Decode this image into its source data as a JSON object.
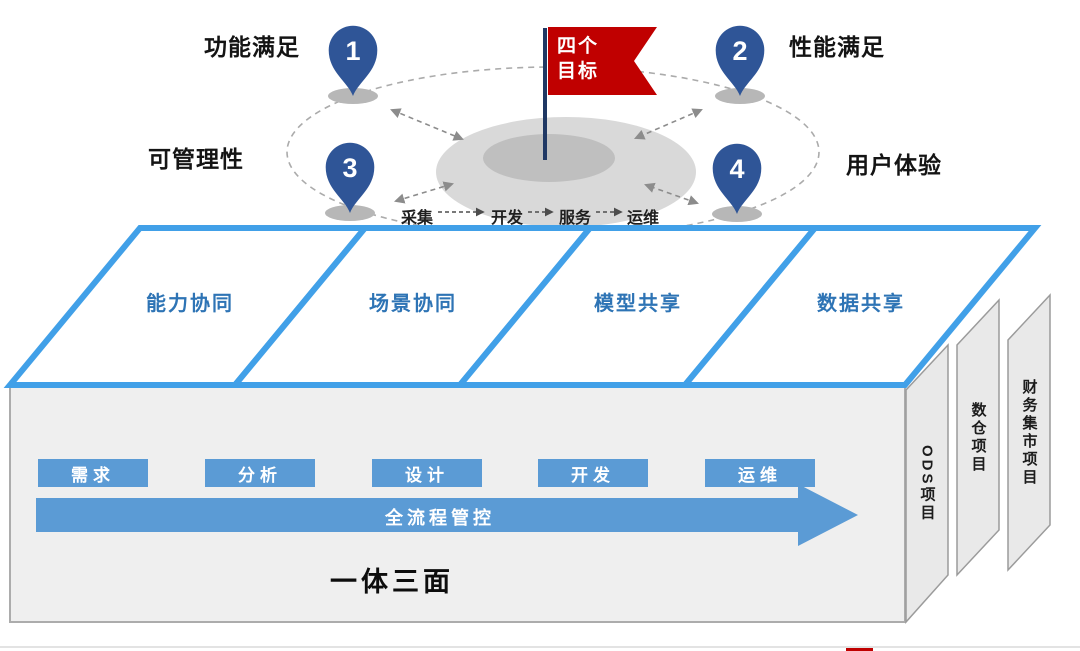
{
  "goals": {
    "flag": {
      "line1": "四个",
      "line2": "目标"
    },
    "pins": [
      {
        "number": "1",
        "label": "功能满足"
      },
      {
        "number": "2",
        "label": "性能满足"
      },
      {
        "number": "3",
        "label": "可管理性"
      },
      {
        "number": "4",
        "label": "用户体验"
      }
    ],
    "flow_steps": [
      "采集",
      "开发",
      "服务",
      "运维"
    ]
  },
  "top_panels": [
    {
      "label": "能力协同"
    },
    {
      "label": "场景协同"
    },
    {
      "label": "模型共享"
    },
    {
      "label": "数据共享"
    }
  ],
  "front": {
    "stages": [
      "需求",
      "分析",
      "设计",
      "开发",
      "运维"
    ],
    "arrow_label": "全流程管控",
    "caption": "一体三面"
  },
  "side_projects": [
    "ODS项目",
    "数仓项目",
    "财务集市项目"
  ],
  "colors": {
    "pin_blue": "#2F5597",
    "flag_red": "#C00000",
    "pole_navy": "#203864",
    "panel_border_blue": "#41A0E8",
    "panel_text_blue": "#2E74B5",
    "stage_blue": "#5B9BD5",
    "face_gray": "#EFEFEF",
    "blob_gray": "#D9D9D9"
  }
}
